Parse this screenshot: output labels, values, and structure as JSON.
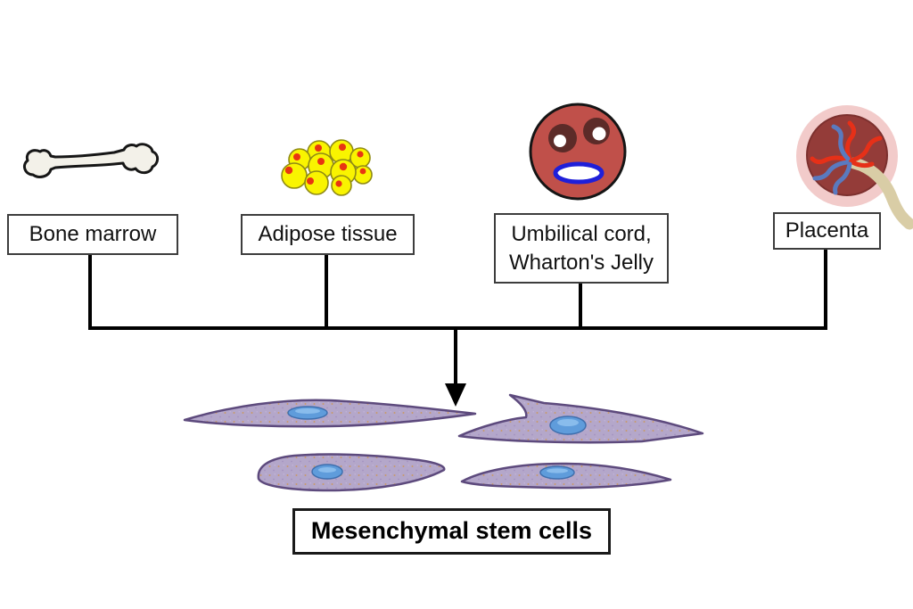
{
  "diagram": {
    "sources": [
      {
        "label": "Bone marrow",
        "icon": "bone-icon"
      },
      {
        "label": "Adipose tissue",
        "icon": "adipose-tissue-icon"
      },
      {
        "label": "Umbilical cord,",
        "label_line2": "Wharton's Jelly",
        "icon": "umbilical-cord-icon"
      },
      {
        "label": "Placenta",
        "icon": "placenta-icon"
      }
    ],
    "result": {
      "label": "Mesenchymal stem cells"
    },
    "colors": {
      "connector": "#000000",
      "bone_fill": "#f3f1e9",
      "adipose_cell_yellow": "#f9f400",
      "adipose_nucleus_red": "#e83512",
      "umbilical_fill": "#c0504a",
      "umbilical_artery": "#5c2b28",
      "umbilical_vein_ring": "#1f1fd9",
      "placenta_outer_pink": "#f2cbca",
      "placenta_inner_red": "#943c39",
      "vessel_red": "#e63018",
      "vessel_blue": "#5a7abf",
      "cord_tan": "#d9cda6",
      "stem_cell_fill": "#b4a7ca",
      "stem_cell_outline": "#5d4a7d",
      "stem_cell_nucleus": "#5f9cdb"
    }
  }
}
